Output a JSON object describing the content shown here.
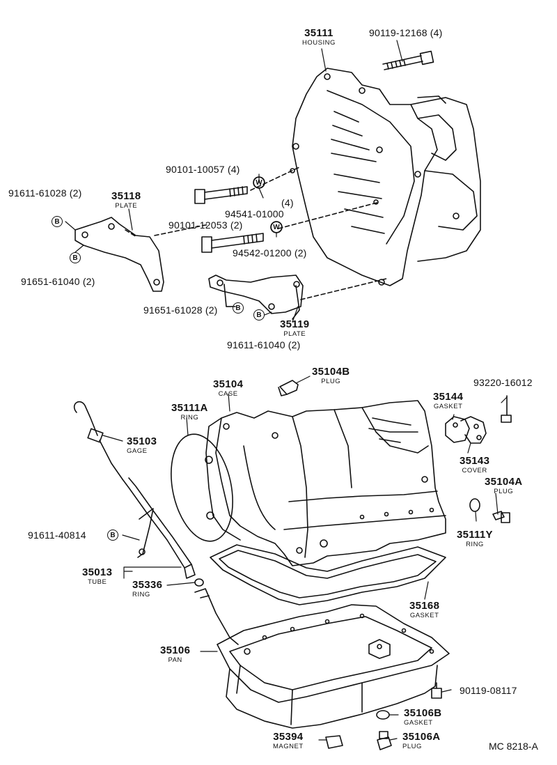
{
  "parts": {
    "p35111": {
      "num": "35111",
      "name": "HOUSING"
    },
    "p90119_12168": {
      "num": "90119-12168",
      "qty": "(4)"
    },
    "p90101_10057": {
      "num": "90101-10057",
      "qty": "(4)"
    },
    "p94541": {
      "num": "94541-01000",
      "qty": "(4)"
    },
    "p91611_61028": {
      "num": "91611-61028",
      "qty": "(2)"
    },
    "p35118": {
      "num": "35118",
      "name": "PLATE"
    },
    "p90101_12053": {
      "num": "90101-12053",
      "qty": "(2)"
    },
    "p94542": {
      "num": "94542-01200",
      "qty": "(2)"
    },
    "p91651_61040": {
      "num": "91651-61040",
      "qty": "(2)"
    },
    "p91651_61028": {
      "num": "91651-61028",
      "qty": "(2)"
    },
    "p35119": {
      "num": "35119",
      "name": "PLATE"
    },
    "p91611_61040": {
      "num": "91611-61040",
      "qty": "(2)"
    },
    "p35104B": {
      "num": "35104B",
      "name": "PLUG"
    },
    "p35104": {
      "num": "35104",
      "name": "CASE"
    },
    "p93220": {
      "num": "93220-16012"
    },
    "p35111A": {
      "num": "35111A",
      "name": "RING"
    },
    "p35144": {
      "num": "35144",
      "name": "GASKET"
    },
    "p35103": {
      "num": "35103",
      "name": "GAGE"
    },
    "p35143": {
      "num": "35143",
      "name": "COVER"
    },
    "p35104A": {
      "num": "35104A",
      "name": "PLUG"
    },
    "p91611_40814": {
      "num": "91611-40814"
    },
    "p35111Y": {
      "num": "35111Y",
      "name": "RING"
    },
    "p35013": {
      "num": "35013",
      "name": "TUBE"
    },
    "p35336": {
      "num": "35336",
      "name": "RING"
    },
    "p35168": {
      "num": "35168",
      "name": "GASKET"
    },
    "p35106": {
      "num": "35106",
      "name": "PAN"
    },
    "p90119_08117": {
      "num": "90119-08117"
    },
    "p35106B": {
      "num": "35106B",
      "name": "GASKET"
    },
    "p35394": {
      "num": "35394",
      "name": "MAGNET"
    },
    "p35106A": {
      "num": "35106A",
      "name": "PLUG"
    }
  },
  "symbols": {
    "bolt_marker": "B",
    "washer_marker": "W"
  },
  "reference": "MC 8218-A"
}
